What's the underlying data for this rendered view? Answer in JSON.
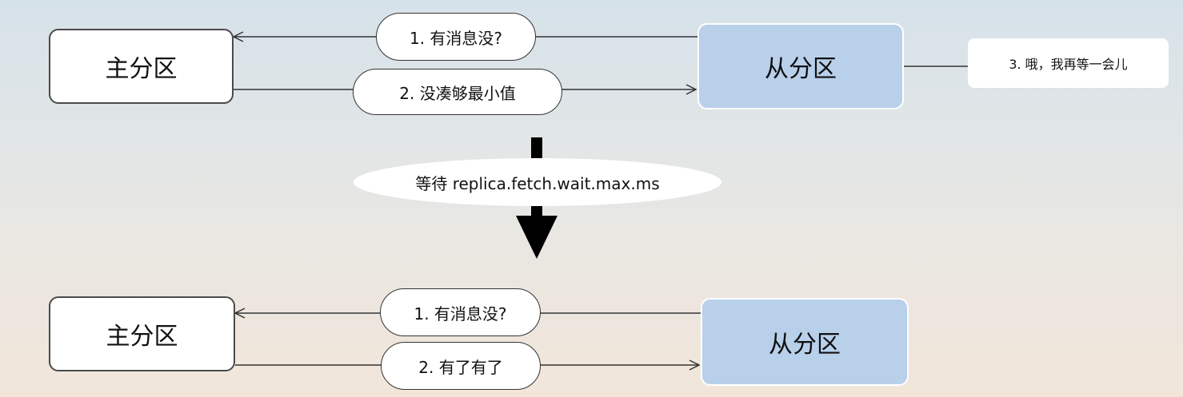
{
  "top": {
    "leader_label": "主分区",
    "follower_label": "从分区",
    "request_label": "1. 有消息没?",
    "response_label": "2. 没凑够最小值",
    "note_label": "3. 哦，我再等一会儿"
  },
  "wait": {
    "label": "等待 replica.fetch.wait.max.ms"
  },
  "bottom": {
    "leader_label": "主分区",
    "follower_label": "从分区",
    "request_label": "1. 有消息没?",
    "response_label": "2. 有了有了"
  },
  "colors": {
    "follower_fill": "#b8d0ea",
    "leader_fill": "#ffffff",
    "line": "#333333"
  }
}
